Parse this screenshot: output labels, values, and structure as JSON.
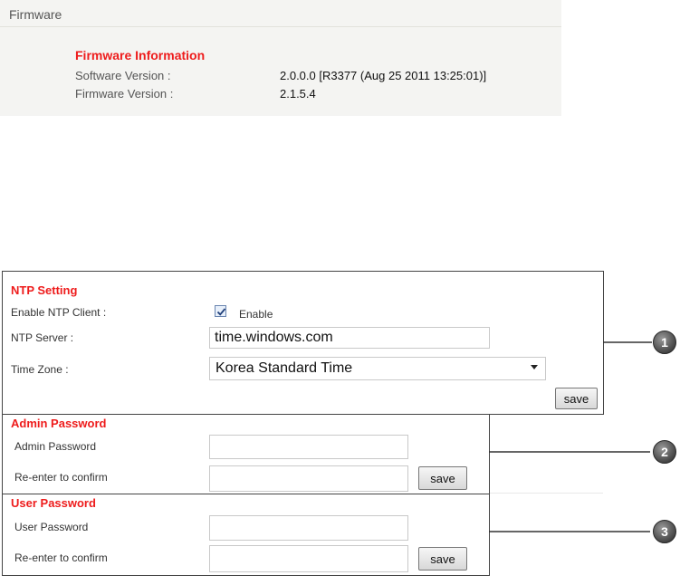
{
  "firmware": {
    "title": "Firmware",
    "heading": "Firmware Information",
    "rows": [
      {
        "label": "Software Version :",
        "value": "2.0.0.0 [R3377 (Aug 25 2011 13:25:01)]"
      },
      {
        "label": "Firmware Version :",
        "value": "2.1.5.4"
      }
    ]
  },
  "ntp": {
    "heading": "NTP Setting",
    "enable_label": "Enable NTP Client :",
    "enable_checkbox_label": "Enable",
    "enable_checked": true,
    "server_label": "NTP Server :",
    "server_value": "time.windows.com",
    "timezone_label": "Time Zone :",
    "timezone_value": "Korea Standard Time",
    "save_label": "save"
  },
  "admin": {
    "heading": "Admin Password",
    "password_label": "Admin Password",
    "confirm_label": "Re-enter to confirm",
    "password_value": "",
    "confirm_value": "",
    "save_label": "save"
  },
  "user": {
    "heading": "User Password",
    "password_label": "User Password",
    "confirm_label": "Re-enter to confirm",
    "password_value": "",
    "confirm_value": "",
    "save_label": "save"
  },
  "callouts": [
    "1",
    "2",
    "3"
  ]
}
